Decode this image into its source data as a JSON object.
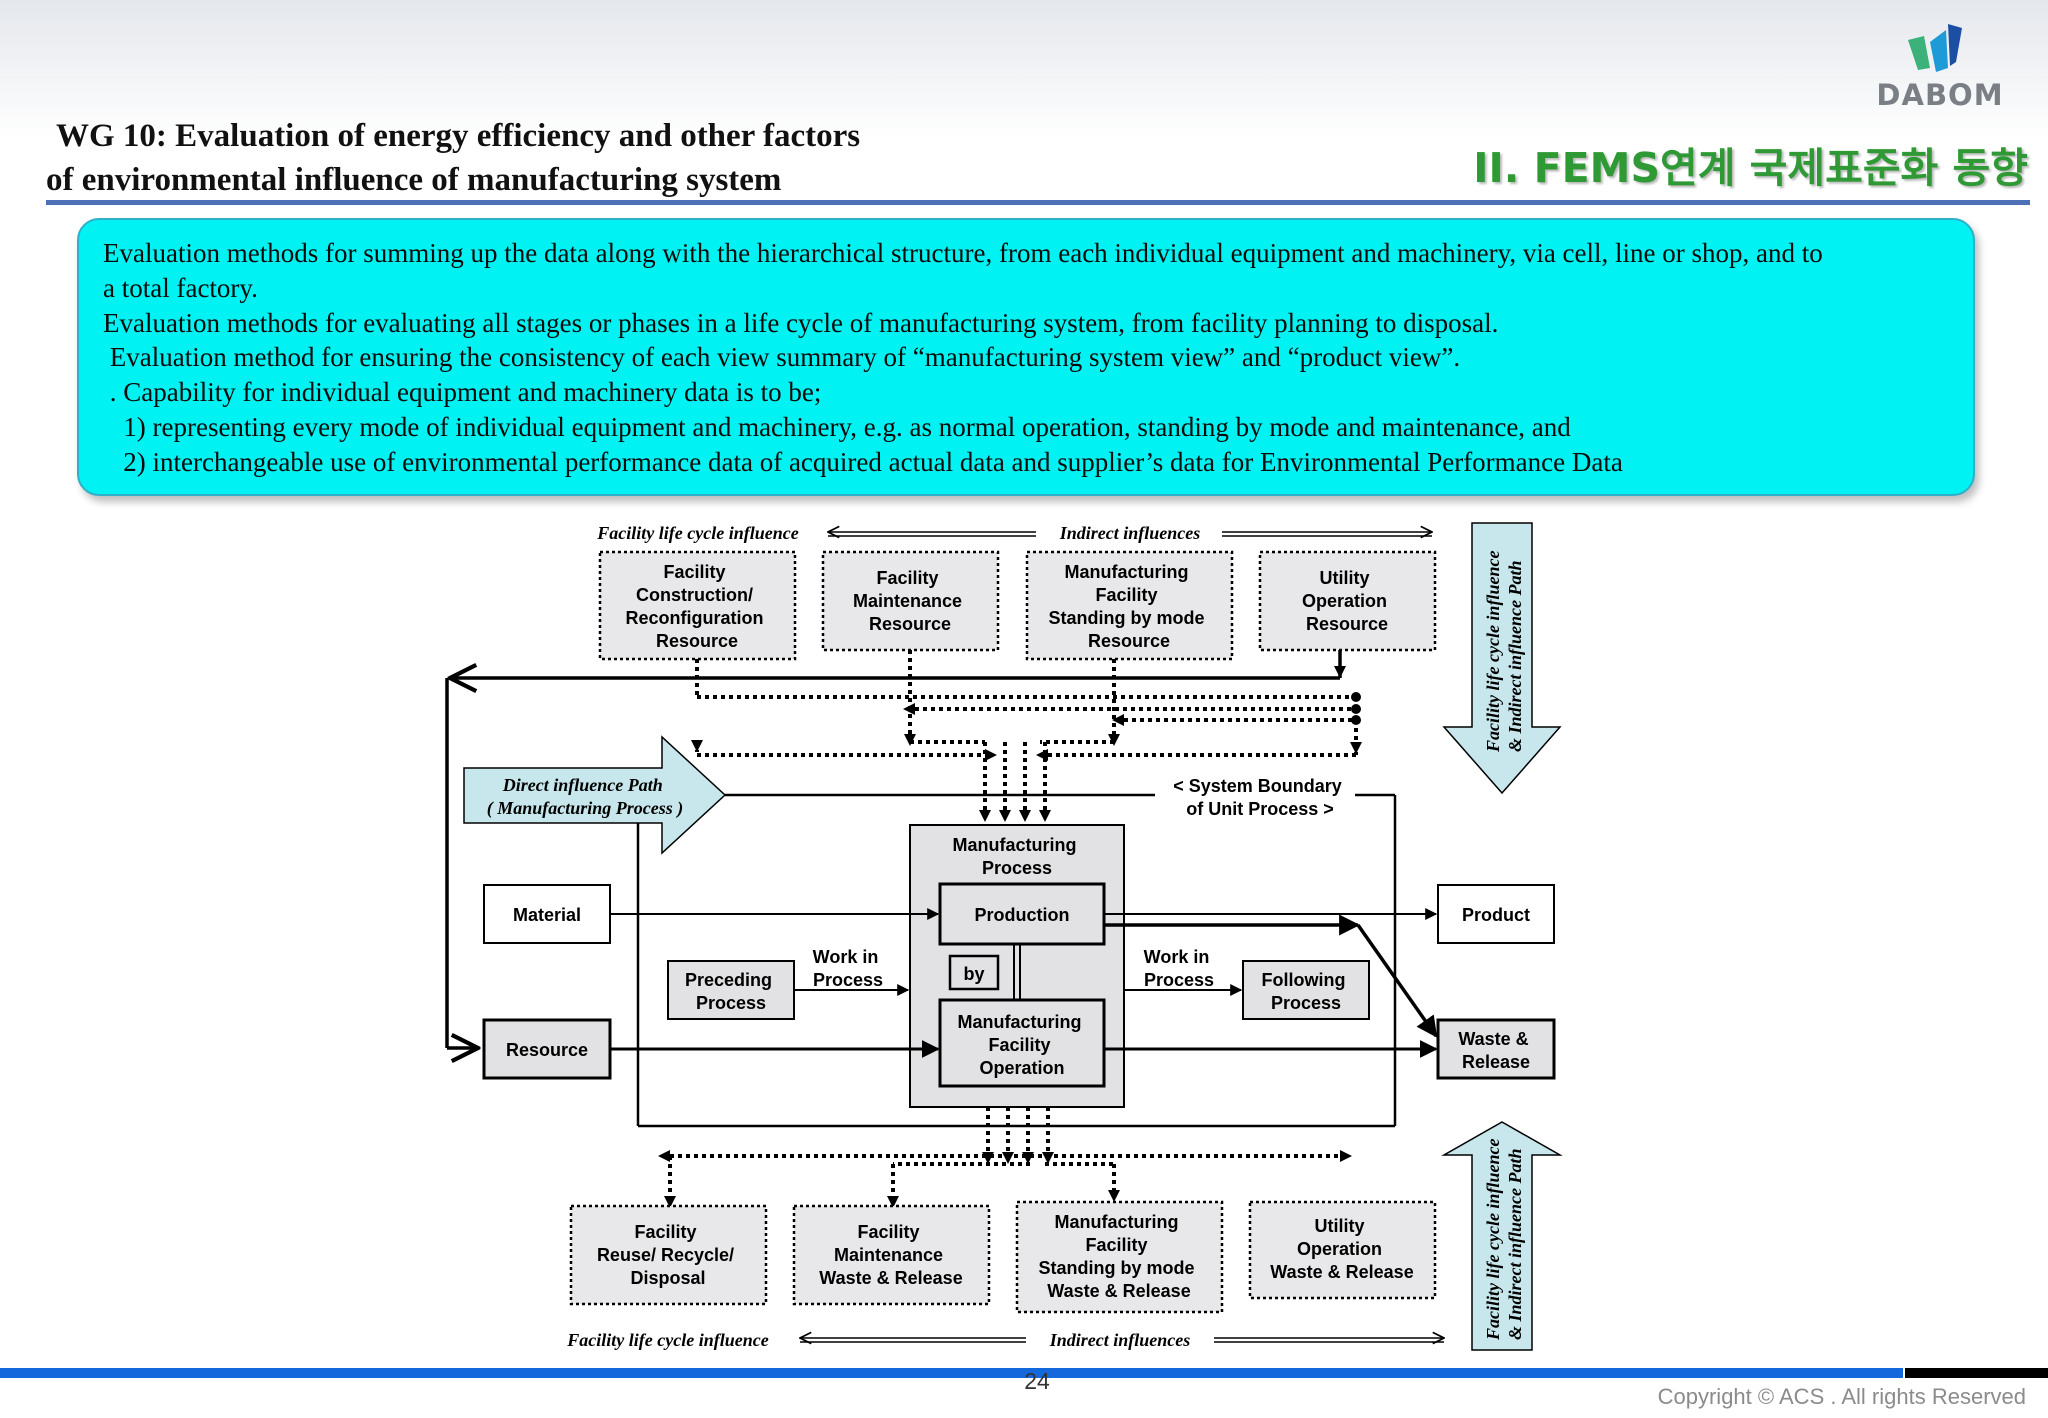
{
  "header": {
    "title_line1": "WG 10: Evaluation of energy efficiency and other factors",
    "title_line2": "of environmental influence of manufacturing system",
    "section": "II. FEMS연계 국제표준화 동향",
    "logo_text": "DABOM"
  },
  "info": {
    "lines": [
      "Evaluation methods for summing up the data along with the hierarchical structure, from each individual equipment and machinery, via cell, line or shop, and to",
      "a total factory.",
      "Evaluation methods for evaluating all stages or phases in a life cycle of manufacturing system, from facility planning to disposal.",
      " Evaluation method for ensuring the consistency of each view summary of “manufacturing system view” and “product view”.",
      " . Capability for individual equipment and machinery data is to be;",
      "   1) representing every mode of individual equipment and machinery, e.g. as normal operation, standing by mode and maintenance, and",
      "   2) interchangeable use of environmental performance data of acquired actual data and supplier’s data for Environmental Performance Data"
    ]
  },
  "diagram": {
    "top_left_label": "Facility life cycle influence",
    "top_right_label": "Indirect influences",
    "bottom_left_label": "Facility life cycle influence",
    "bottom_right_label": "Indirect influences",
    "side_top_line1": "Facility life cycle influence",
    "side_top_line2": "& Indirect influence Path",
    "side_bottom_line1": "Facility life cycle influence",
    "side_bottom_line2": "& Indirect influence Path",
    "direct_line1": "Direct influence Path",
    "direct_line2": "( Manufacturing Process )",
    "boundary_line1": "< System Boundary",
    "boundary_line2": "of Unit Process >",
    "top_boxes": [
      [
        "Facility",
        "Construction/",
        "Reconfiguration",
        "Resource"
      ],
      [
        "Facility",
        "Maintenance",
        "Resource"
      ],
      [
        "Manufacturing",
        "Facility",
        "Standing by mode",
        "Resource"
      ],
      [
        "Utility",
        "Operation",
        "Resource"
      ]
    ],
    "bottom_boxes": [
      [
        "Facility",
        "Reuse/ Recycle/",
        "Disposal"
      ],
      [
        "Facility",
        "Maintenance",
        "Waste & Release"
      ],
      [
        "Manufacturing",
        "Facility",
        "Standing by mode",
        "Waste & Release"
      ],
      [
        "Utility",
        "Operation",
        "Waste & Release"
      ]
    ],
    "mp_line1": "Manufacturing",
    "mp_line2": "Process",
    "production": "Production",
    "by": "by",
    "mfo": [
      "Manufacturing",
      "Facility",
      "Operation"
    ],
    "material": "Material",
    "resource": "Resource",
    "product": "Product",
    "waste": [
      "Waste &",
      "Release"
    ],
    "preceding": [
      "Preceding",
      "Process"
    ],
    "following": [
      "Following",
      "Process"
    ],
    "wip_left": [
      "Work in",
      "Process"
    ],
    "wip_right": [
      "Work in",
      "Process"
    ]
  },
  "footer": {
    "page_number": "24",
    "copyright": "Copyright © ACS . All rights Reserved"
  }
}
